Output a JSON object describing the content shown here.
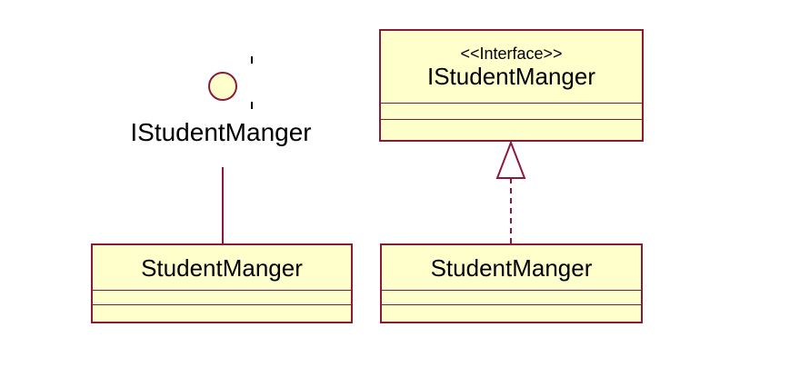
{
  "diagram": {
    "colors": {
      "stroke": "#8b1a3a",
      "fill": "#ffffcc",
      "text": "#000000",
      "background": "#ffffff"
    },
    "left": {
      "interface_label": "IStudentManger",
      "class_name": "StudentManger",
      "notation": "lollipop interface with association line"
    },
    "right": {
      "stereotype": "<<Interface>>",
      "interface_name": "IStudentManger",
      "class_name": "StudentManger",
      "notation": "realization (dashed line, hollow triangle)"
    }
  }
}
